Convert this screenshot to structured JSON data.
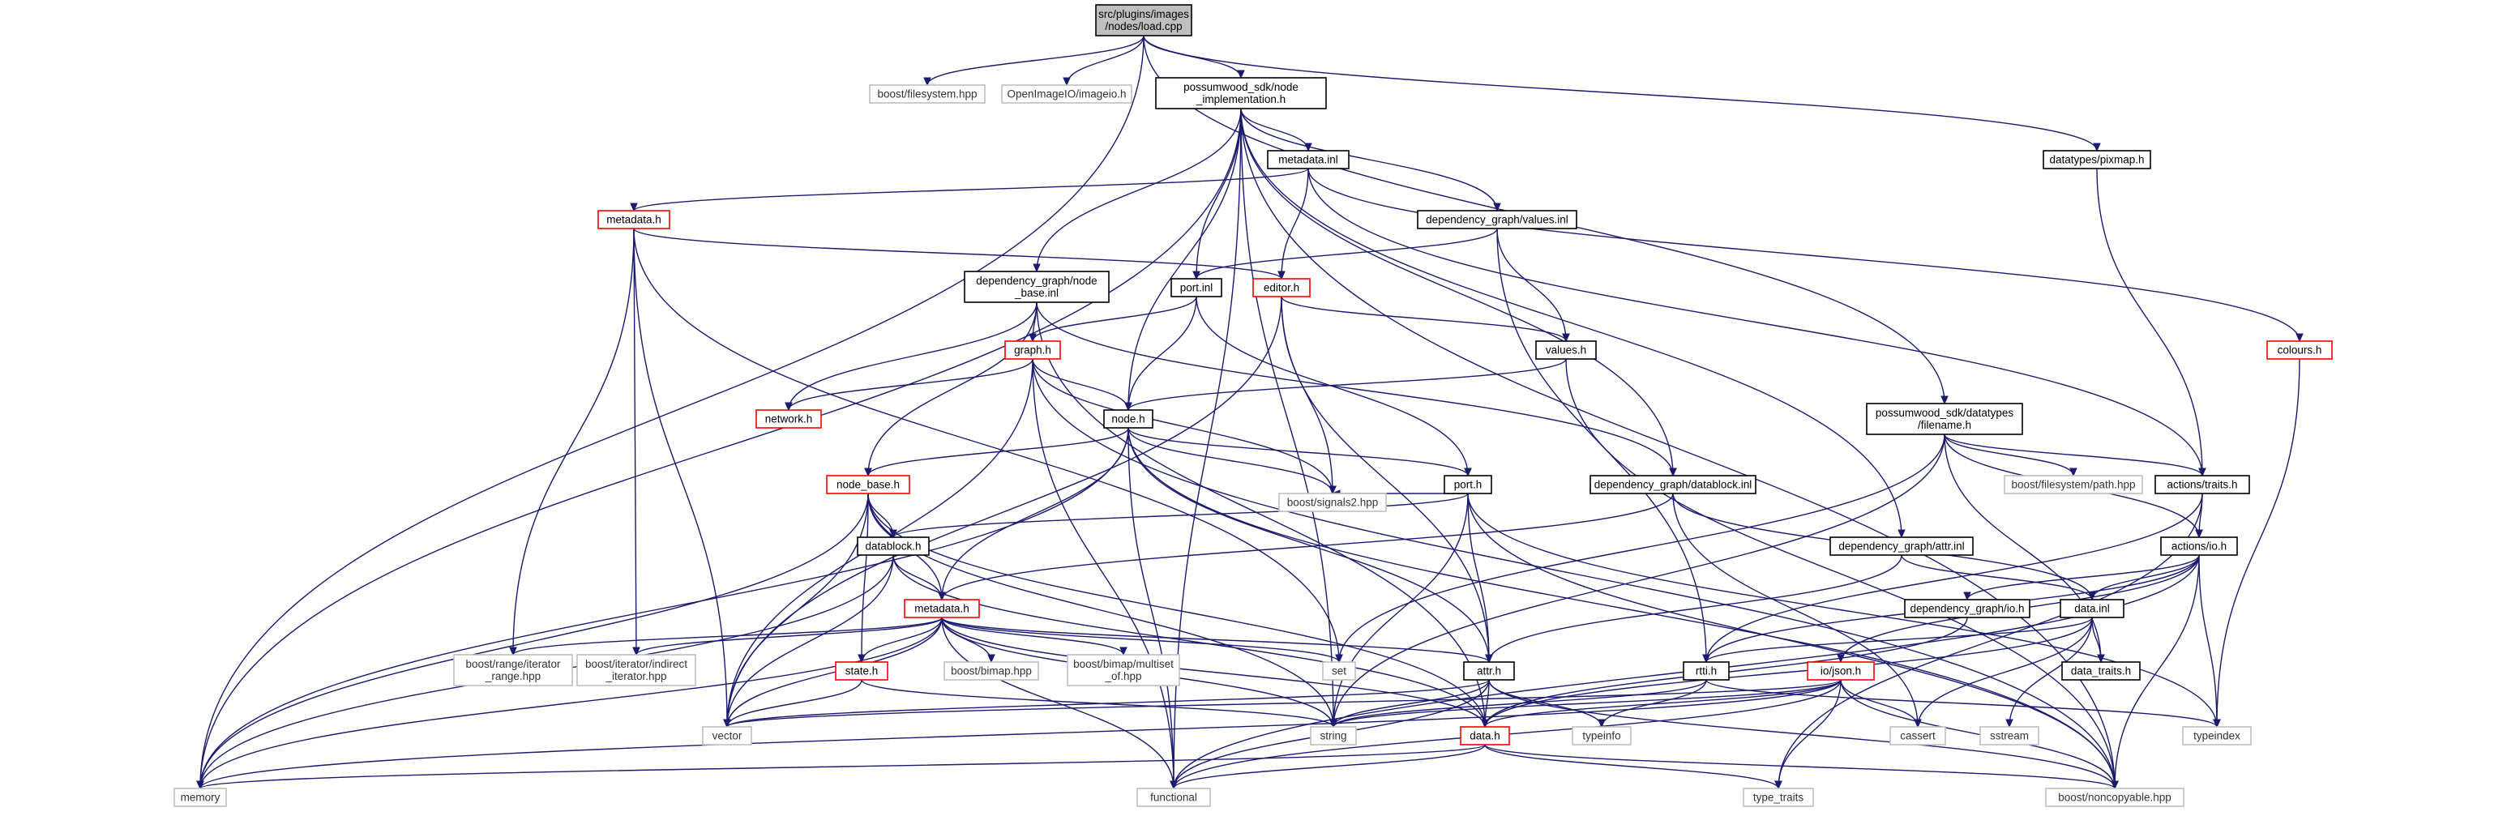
{
  "style": {
    "link_border": "#000000",
    "truncated_border": "#ff0000",
    "external_border": "#bfbfbf",
    "focus_fill": "#bfbfbf",
    "node_fill": "#ffffff",
    "edge_color": "#1a1a6e"
  },
  "graph": {
    "nodes": [
      {
        "id": "load",
        "label": [
          "src/plugins/images",
          "/nodes/load.cpp"
        ],
        "kind": "focus"
      },
      {
        "id": "bfs",
        "label": [
          "boost/filesystem.hpp"
        ],
        "kind": "external"
      },
      {
        "id": "oiio",
        "label": [
          "OpenImageIO/imageio.h"
        ],
        "kind": "external"
      },
      {
        "id": "nodeimpl",
        "label": [
          "possumwood_sdk/node",
          "_implementation.h"
        ],
        "kind": "link"
      },
      {
        "id": "pixmap",
        "label": [
          "datatypes/pixmap.h"
        ],
        "kind": "link"
      },
      {
        "id": "metadatainl",
        "label": [
          "metadata.inl"
        ],
        "kind": "link"
      },
      {
        "id": "metadatah1",
        "label": [
          "metadata.h"
        ],
        "kind": "truncated"
      },
      {
        "id": "depvalues",
        "label": [
          "dependency_graph/values.inl"
        ],
        "kind": "link"
      },
      {
        "id": "nodebaseinl",
        "label": [
          "dependency_graph/node",
          "_base.inl"
        ],
        "kind": "link"
      },
      {
        "id": "portinl",
        "label": [
          "port.inl"
        ],
        "kind": "link"
      },
      {
        "id": "editorh",
        "label": [
          "editor.h"
        ],
        "kind": "truncated"
      },
      {
        "id": "coloursh",
        "label": [
          "colours.h"
        ],
        "kind": "truncated"
      },
      {
        "id": "graphh",
        "label": [
          "graph.h"
        ],
        "kind": "truncated"
      },
      {
        "id": "valuesh",
        "label": [
          "values.h"
        ],
        "kind": "link"
      },
      {
        "id": "networkh",
        "label": [
          "network.h"
        ],
        "kind": "truncated"
      },
      {
        "id": "nodeh",
        "label": [
          "node.h"
        ],
        "kind": "link"
      },
      {
        "id": "filenameh",
        "label": [
          "possumwood_sdk/datatypes",
          "/filename.h"
        ],
        "kind": "link"
      },
      {
        "id": "nodebaseh",
        "label": [
          "node_base.h"
        ],
        "kind": "truncated"
      },
      {
        "id": "porth",
        "label": [
          "port.h"
        ],
        "kind": "link"
      },
      {
        "id": "datablockinl",
        "label": [
          "dependency_graph/datablock.inl"
        ],
        "kind": "link"
      },
      {
        "id": "bfspath",
        "label": [
          "boost/filesystem/path.hpp"
        ],
        "kind": "external"
      },
      {
        "id": "traitsh",
        "label": [
          "actions/traits.h"
        ],
        "kind": "link"
      },
      {
        "id": "signals2",
        "label": [
          "boost/signals2.hpp"
        ],
        "kind": "external"
      },
      {
        "id": "datablockh",
        "label": [
          "datablock.h"
        ],
        "kind": "link"
      },
      {
        "id": "attrinl",
        "label": [
          "dependency_graph/attr.inl"
        ],
        "kind": "link"
      },
      {
        "id": "ioh",
        "label": [
          "actions/io.h"
        ],
        "kind": "link"
      },
      {
        "id": "metadatah2",
        "label": [
          "metadata.h"
        ],
        "kind": "truncated"
      },
      {
        "id": "depio",
        "label": [
          "dependency_graph/io.h"
        ],
        "kind": "link"
      },
      {
        "id": "datainl",
        "label": [
          "data.inl"
        ],
        "kind": "link"
      },
      {
        "id": "rangeiter",
        "label": [
          "boost/range/iterator",
          "_range.hpp"
        ],
        "kind": "external"
      },
      {
        "id": "indirectiter",
        "label": [
          "boost/iterator/indirect",
          "_iterator.hpp"
        ],
        "kind": "external"
      },
      {
        "id": "stateh",
        "label": [
          "state.h"
        ],
        "kind": "truncated"
      },
      {
        "id": "bimap",
        "label": [
          "boost/bimap.hpp"
        ],
        "kind": "external"
      },
      {
        "id": "multiset",
        "label": [
          "boost/bimap/multiset",
          "_of.hpp"
        ],
        "kind": "external"
      },
      {
        "id": "set",
        "label": [
          "set"
        ],
        "kind": "external"
      },
      {
        "id": "attrh",
        "label": [
          "attr.h"
        ],
        "kind": "link"
      },
      {
        "id": "rttih",
        "label": [
          "rtti.h"
        ],
        "kind": "link"
      },
      {
        "id": "jsonh",
        "label": [
          "io/json.h"
        ],
        "kind": "truncated"
      },
      {
        "id": "datatraits",
        "label": [
          "data_traits.h"
        ],
        "kind": "link"
      },
      {
        "id": "vector",
        "label": [
          "vector"
        ],
        "kind": "external"
      },
      {
        "id": "string",
        "label": [
          "string"
        ],
        "kind": "external"
      },
      {
        "id": "typeinfo",
        "label": [
          "typeinfo"
        ],
        "kind": "external"
      },
      {
        "id": "datah",
        "label": [
          "data.h"
        ],
        "kind": "truncated"
      },
      {
        "id": "cassert",
        "label": [
          "cassert"
        ],
        "kind": "external"
      },
      {
        "id": "sstream",
        "label": [
          "sstream"
        ],
        "kind": "external"
      },
      {
        "id": "typeindex",
        "label": [
          "typeindex"
        ],
        "kind": "external"
      },
      {
        "id": "memory",
        "label": [
          "memory"
        ],
        "kind": "external"
      },
      {
        "id": "functional",
        "label": [
          "functional"
        ],
        "kind": "external"
      },
      {
        "id": "typetraits",
        "label": [
          "type_traits"
        ],
        "kind": "external"
      },
      {
        "id": "noncopyable",
        "label": [
          "boost/noncopyable.hpp"
        ],
        "kind": "external"
      }
    ],
    "edges": [
      [
        "load",
        "bfs"
      ],
      [
        "load",
        "oiio"
      ],
      [
        "load",
        "nodeimpl"
      ],
      [
        "load",
        "pixmap"
      ],
      [
        "load",
        "filenameh"
      ],
      [
        "load",
        "memory"
      ],
      [
        "nodeimpl",
        "metadatainl"
      ],
      [
        "nodeimpl",
        "depvalues"
      ],
      [
        "nodeimpl",
        "nodebaseinl"
      ],
      [
        "nodeimpl",
        "portinl"
      ],
      [
        "nodeimpl",
        "nodeh"
      ],
      [
        "nodeimpl",
        "datablockinl"
      ],
      [
        "nodeimpl",
        "attrinl"
      ],
      [
        "nodeimpl",
        "memory"
      ],
      [
        "nodeimpl",
        "functional"
      ],
      [
        "nodeimpl",
        "string"
      ],
      [
        "nodeimpl",
        "noncopyable"
      ],
      [
        "pixmap",
        "traitsh"
      ],
      [
        "metadatainl",
        "metadatah1"
      ],
      [
        "metadatainl",
        "editorh"
      ],
      [
        "metadatainl",
        "coloursh"
      ],
      [
        "metadatainl",
        "traitsh"
      ],
      [
        "metadatah1",
        "editorh"
      ],
      [
        "metadatah1",
        "rangeiter"
      ],
      [
        "metadatah1",
        "indirectiter"
      ],
      [
        "metadatah1",
        "vector"
      ],
      [
        "metadatah1",
        "set"
      ],
      [
        "depvalues",
        "portinl"
      ],
      [
        "depvalues",
        "valuesh"
      ],
      [
        "depvalues",
        "rttih"
      ],
      [
        "nodebaseinl",
        "graphh"
      ],
      [
        "nodebaseinl",
        "networkh"
      ],
      [
        "nodebaseinl",
        "nodebaseh"
      ],
      [
        "nodebaseinl",
        "datablockinl"
      ],
      [
        "nodebaseinl",
        "datah"
      ],
      [
        "portinl",
        "graphh"
      ],
      [
        "portinl",
        "nodeh"
      ],
      [
        "portinl",
        "porth"
      ],
      [
        "editorh",
        "valuesh"
      ],
      [
        "editorh",
        "signals2"
      ],
      [
        "editorh",
        "attrh"
      ],
      [
        "editorh",
        "vector"
      ],
      [
        "coloursh",
        "typeindex"
      ],
      [
        "graphh",
        "networkh"
      ],
      [
        "graphh",
        "nodeh"
      ],
      [
        "graphh",
        "signals2"
      ],
      [
        "graphh",
        "vector"
      ],
      [
        "graphh",
        "noncopyable"
      ],
      [
        "graphh",
        "functional"
      ],
      [
        "valuesh",
        "nodeh"
      ],
      [
        "valuesh",
        "noncopyable"
      ],
      [
        "nodeh",
        "nodebaseh"
      ],
      [
        "nodeh",
        "porth"
      ],
      [
        "nodeh",
        "signals2"
      ],
      [
        "nodeh",
        "metadatah2"
      ],
      [
        "nodeh",
        "attrh"
      ],
      [
        "nodeh",
        "memory"
      ],
      [
        "nodeh",
        "functional"
      ],
      [
        "nodeh",
        "noncopyable"
      ],
      [
        "filenameh",
        "bfspath"
      ],
      [
        "filenameh",
        "traitsh"
      ],
      [
        "filenameh",
        "ioh"
      ],
      [
        "filenameh",
        "string"
      ],
      [
        "filenameh",
        "set"
      ],
      [
        "filenameh",
        "datatraits"
      ],
      [
        "nodebaseh",
        "datablockh"
      ],
      [
        "nodebaseh",
        "metadatah2"
      ],
      [
        "nodebaseh",
        "stateh"
      ],
      [
        "nodebaseh",
        "string"
      ],
      [
        "nodebaseh",
        "memory"
      ],
      [
        "nodebaseh",
        "vector"
      ],
      [
        "nodebaseh",
        "datah"
      ],
      [
        "porth",
        "signals2"
      ],
      [
        "porth",
        "datablockh"
      ],
      [
        "porth",
        "attrh"
      ],
      [
        "porth",
        "string"
      ],
      [
        "porth",
        "noncopyable"
      ],
      [
        "porth",
        "typeindex"
      ],
      [
        "datablockinl",
        "metadatah2"
      ],
      [
        "datablockinl",
        "datainl"
      ],
      [
        "datablockinl",
        "cassert"
      ],
      [
        "traitsh",
        "ioh"
      ],
      [
        "traitsh",
        "rttih"
      ],
      [
        "traitsh",
        "typetraits"
      ],
      [
        "datablockh",
        "metadatah2"
      ],
      [
        "datablockh",
        "vector"
      ],
      [
        "datablockh",
        "datah"
      ],
      [
        "datablockh",
        "memory"
      ],
      [
        "attrinl",
        "attrh"
      ],
      [
        "attrinl",
        "datainl"
      ],
      [
        "ioh",
        "depio"
      ],
      [
        "ioh",
        "datainl"
      ],
      [
        "ioh",
        "jsonh"
      ],
      [
        "ioh",
        "rttih"
      ],
      [
        "ioh",
        "typeindex"
      ],
      [
        "ioh",
        "noncopyable"
      ],
      [
        "ioh",
        "functional"
      ],
      [
        "metadatah2",
        "rangeiter"
      ],
      [
        "metadatah2",
        "indirectiter"
      ],
      [
        "metadatah2",
        "stateh"
      ],
      [
        "metadatah2",
        "bimap"
      ],
      [
        "metadatah2",
        "multiset"
      ],
      [
        "metadatah2",
        "set"
      ],
      [
        "metadatah2",
        "attrh"
      ],
      [
        "metadatah2",
        "vector"
      ],
      [
        "metadatah2",
        "string"
      ],
      [
        "metadatah2",
        "memory"
      ],
      [
        "metadatah2",
        "functional"
      ],
      [
        "metadatah2",
        "datah"
      ],
      [
        "depio",
        "datah"
      ],
      [
        "datainl",
        "rttih"
      ],
      [
        "datainl",
        "datatraits"
      ],
      [
        "datainl",
        "cassert"
      ],
      [
        "datainl",
        "sstream"
      ],
      [
        "datainl",
        "datah"
      ],
      [
        "stateh",
        "vector"
      ],
      [
        "stateh",
        "string"
      ],
      [
        "attrh",
        "vector"
      ],
      [
        "attrh",
        "string"
      ],
      [
        "attrh",
        "typeinfo"
      ],
      [
        "attrh",
        "datah"
      ],
      [
        "attrh",
        "functional"
      ],
      [
        "attrh",
        "noncopyable"
      ],
      [
        "rttih",
        "string"
      ],
      [
        "rttih",
        "typeinfo"
      ],
      [
        "rttih",
        "typeindex"
      ],
      [
        "jsonh",
        "vector"
      ],
      [
        "jsonh",
        "string"
      ],
      [
        "jsonh",
        "cassert"
      ],
      [
        "jsonh",
        "memory"
      ],
      [
        "jsonh",
        "functional"
      ],
      [
        "jsonh",
        "typetraits"
      ],
      [
        "jsonh",
        "noncopyable"
      ],
      [
        "jsonh",
        "datah"
      ],
      [
        "datah",
        "memory"
      ],
      [
        "datah",
        "functional"
      ],
      [
        "datah",
        "typetraits"
      ],
      [
        "datah",
        "noncopyable"
      ]
    ]
  }
}
